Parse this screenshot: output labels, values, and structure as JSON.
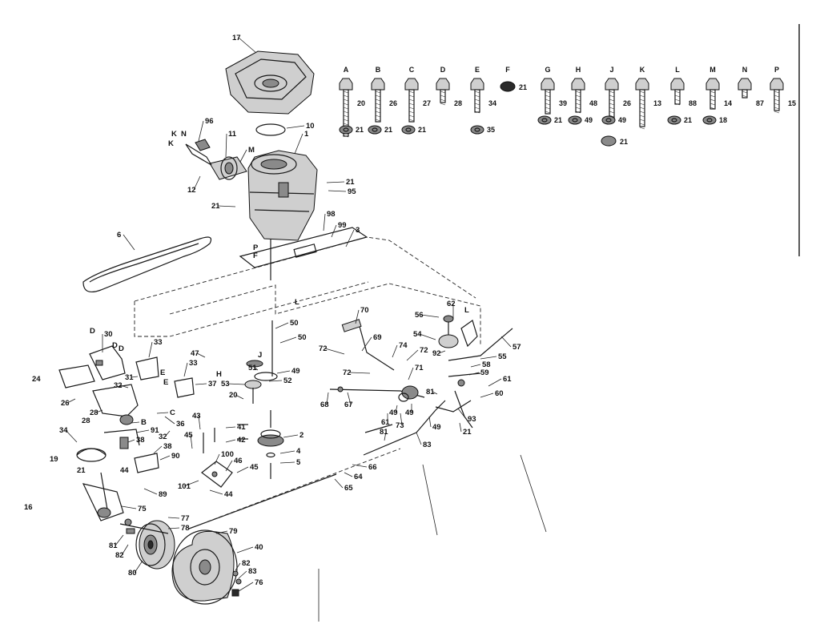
{
  "hardware": [
    {
      "letter": "A",
      "ref": "20",
      "nut_ref": "21"
    },
    {
      "letter": "B",
      "ref": "26",
      "nut_ref": "21"
    },
    {
      "letter": "C",
      "ref": "27",
      "nut_ref": "21"
    },
    {
      "letter": "D",
      "ref": "28",
      "nut_ref": ""
    },
    {
      "letter": "E",
      "ref": "34",
      "nut_ref": "35"
    },
    {
      "letter": "F",
      "ref": "21",
      "nut_ref": ""
    },
    {
      "letter": "G",
      "ref": "39",
      "nut_ref": "21"
    },
    {
      "letter": "H",
      "ref": "48",
      "nut_ref": "49"
    },
    {
      "letter": "J",
      "ref": "26",
      "nut_ref": "49"
    },
    {
      "letter": "K",
      "ref": "13",
      "nut_ref": ""
    },
    {
      "letter": "L",
      "ref": "88",
      "nut_ref": "21"
    },
    {
      "letter": "M",
      "ref": "14",
      "nut_ref": "18"
    },
    {
      "letter": "N",
      "ref": "87",
      "nut_ref": ""
    },
    {
      "letter": "P",
      "ref": "15",
      "nut_ref": ""
    }
  ],
  "extra_nut_ref": "21",
  "callouts": [
    {
      "id": "c17",
      "text": "17"
    },
    {
      "id": "c10",
      "text": "10"
    },
    {
      "id": "c1",
      "text": "1"
    },
    {
      "id": "c96",
      "text": "96"
    },
    {
      "id": "c11",
      "text": "11"
    },
    {
      "id": "cM",
      "text": "M"
    },
    {
      "id": "cK1",
      "text": "K"
    },
    {
      "id": "cN1",
      "text": "N"
    },
    {
      "id": "cK2",
      "text": "K"
    },
    {
      "id": "c12",
      "text": "12"
    },
    {
      "id": "c21a",
      "text": "21"
    },
    {
      "id": "c95",
      "text": "95"
    },
    {
      "id": "c21b",
      "text": "21"
    },
    {
      "id": "c98",
      "text": "98"
    },
    {
      "id": "c99",
      "text": "99"
    },
    {
      "id": "c3",
      "text": "3"
    },
    {
      "id": "c6",
      "text": "6"
    },
    {
      "id": "cP",
      "text": "P"
    },
    {
      "id": "cF",
      "text": "F"
    },
    {
      "id": "cL",
      "text": "L"
    },
    {
      "id": "c70",
      "text": "70"
    },
    {
      "id": "c69",
      "text": "69"
    },
    {
      "id": "c72a",
      "text": "72"
    },
    {
      "id": "c74",
      "text": "74"
    },
    {
      "id": "c72b",
      "text": "72"
    },
    {
      "id": "c72c",
      "text": "72"
    },
    {
      "id": "c71",
      "text": "71"
    },
    {
      "id": "c56",
      "text": "56"
    },
    {
      "id": "c62",
      "text": "62"
    },
    {
      "id": "cL2",
      "text": "L"
    },
    {
      "id": "c54",
      "text": "54"
    },
    {
      "id": "c92",
      "text": "92"
    },
    {
      "id": "c55",
      "text": "55"
    },
    {
      "id": "c57",
      "text": "57"
    },
    {
      "id": "c58",
      "text": "58"
    },
    {
      "id": "c59",
      "text": "59"
    },
    {
      "id": "c61a",
      "text": "61"
    },
    {
      "id": "c60",
      "text": "60"
    },
    {
      "id": "c81a",
      "text": "81"
    },
    {
      "id": "c93",
      "text": "93"
    },
    {
      "id": "c21c",
      "text": "21"
    },
    {
      "id": "c50a",
      "text": "50"
    },
    {
      "id": "c50b",
      "text": "50"
    },
    {
      "id": "c30",
      "text": "30"
    },
    {
      "id": "cD1",
      "text": "D"
    },
    {
      "id": "cD2",
      "text": "D"
    },
    {
      "id": "cD3",
      "text": "D"
    },
    {
      "id": "c33a",
      "text": "33"
    },
    {
      "id": "c47",
      "text": "47"
    },
    {
      "id": "c33b",
      "text": "33"
    },
    {
      "id": "cJ",
      "text": "J"
    },
    {
      "id": "c51",
      "text": "51"
    },
    {
      "id": "c49a",
      "text": "49"
    },
    {
      "id": "c52",
      "text": "52"
    },
    {
      "id": "c53",
      "text": "53"
    },
    {
      "id": "c37",
      "text": "37"
    },
    {
      "id": "c20",
      "text": "20"
    },
    {
      "id": "c31",
      "text": "31"
    },
    {
      "id": "c32a",
      "text": "32"
    },
    {
      "id": "cE1",
      "text": "E"
    },
    {
      "id": "cE2",
      "text": "E"
    },
    {
      "id": "cH",
      "text": "H"
    },
    {
      "id": "c24",
      "text": "24"
    },
    {
      "id": "c26",
      "text": "26"
    },
    {
      "id": "c28",
      "text": "28"
    },
    {
      "id": "cC",
      "text": "C"
    },
    {
      "id": "cB",
      "text": "B"
    },
    {
      "id": "c36",
      "text": "36"
    },
    {
      "id": "c91",
      "text": "91"
    },
    {
      "id": "c32b",
      "text": "32"
    },
    {
      "id": "c43",
      "text": "43"
    },
    {
      "id": "c41",
      "text": "41"
    },
    {
      "id": "c42",
      "text": "42"
    },
    {
      "id": "c45a",
      "text": "45"
    },
    {
      "id": "c2",
      "text": "2"
    },
    {
      "id": "c4",
      "text": "4"
    },
    {
      "id": "c5",
      "text": "5"
    },
    {
      "id": "c34",
      "text": "34"
    },
    {
      "id": "c38a",
      "text": "38"
    },
    {
      "id": "c38b",
      "text": "38"
    },
    {
      "id": "c90",
      "text": "90"
    },
    {
      "id": "c100",
      "text": "100"
    },
    {
      "id": "c46",
      "text": "46"
    },
    {
      "id": "c45b",
      "text": "45"
    },
    {
      "id": "c101",
      "text": "101"
    },
    {
      "id": "c44",
      "text": "44"
    },
    {
      "id": "c89",
      "text": "89"
    },
    {
      "id": "c68",
      "text": "68"
    },
    {
      "id": "c67",
      "text": "67"
    },
    {
      "id": "c61b",
      "text": "61"
    },
    {
      "id": "c73",
      "text": "73"
    },
    {
      "id": "c49b",
      "text": "49"
    },
    {
      "id": "c49c",
      "text": "49"
    },
    {
      "id": "c49d",
      "text": "49"
    },
    {
      "id": "c81b",
      "text": "81"
    },
    {
      "id": "c83",
      "text": "83"
    },
    {
      "id": "c66",
      "text": "66"
    },
    {
      "id": "c64",
      "text": "64"
    },
    {
      "id": "c65",
      "text": "65"
    },
    {
      "id": "c75",
      "text": "75"
    },
    {
      "id": "c77",
      "text": "77"
    },
    {
      "id": "c78",
      "text": "78"
    },
    {
      "id": "c79",
      "text": "79"
    },
    {
      "id": "c40",
      "text": "40"
    },
    {
      "id": "c81c",
      "text": "81"
    },
    {
      "id": "c82a",
      "text": "82"
    },
    {
      "id": "c80",
      "text": "80"
    },
    {
      "id": "c82b",
      "text": "82"
    },
    {
      "id": "c83b",
      "text": "83"
    },
    {
      "id": "c76",
      "text": "76"
    },
    {
      "id": "c19",
      "text": "19"
    },
    {
      "id": "c16",
      "text": "16"
    },
    {
      "id": "c44b",
      "text": "44"
    },
    {
      "id": "c21d",
      "text": "21"
    },
    {
      "id": "c28b",
      "text": "28"
    }
  ]
}
